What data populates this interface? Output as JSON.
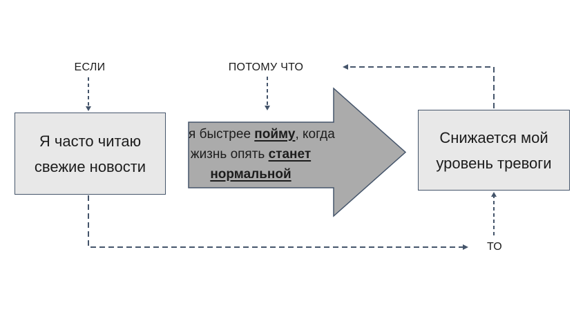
{
  "diagram": {
    "labels": {
      "if": "ЕСЛИ",
      "because": "ПОТОМУ ЧТО",
      "then": "ТО"
    },
    "boxes": {
      "cause": {
        "lines": [
          "Я часто читаю",
          "свежие новости"
        ]
      },
      "effect": {
        "lines": [
          "Снижается мой",
          "уровень тревоги"
        ]
      }
    },
    "arrow": {
      "lines": [
        [
          {
            "t": "я быстрее "
          },
          {
            "t": "пойму",
            "em": true
          },
          {
            "t": ", когда"
          }
        ],
        [
          {
            "t": "жизнь опять "
          },
          {
            "t": "станет",
            "em": true
          }
        ],
        [
          {
            "t": "нормальной",
            "em": true
          }
        ]
      ]
    },
    "colors": {
      "box_fill": "#e8e8e8",
      "box_border": "#44546a",
      "arrow_fill": "#ababab",
      "arrow_border": "#44546a",
      "connector": "#44546a",
      "text": "#1c1c1c",
      "background": "#ffffff"
    }
  }
}
